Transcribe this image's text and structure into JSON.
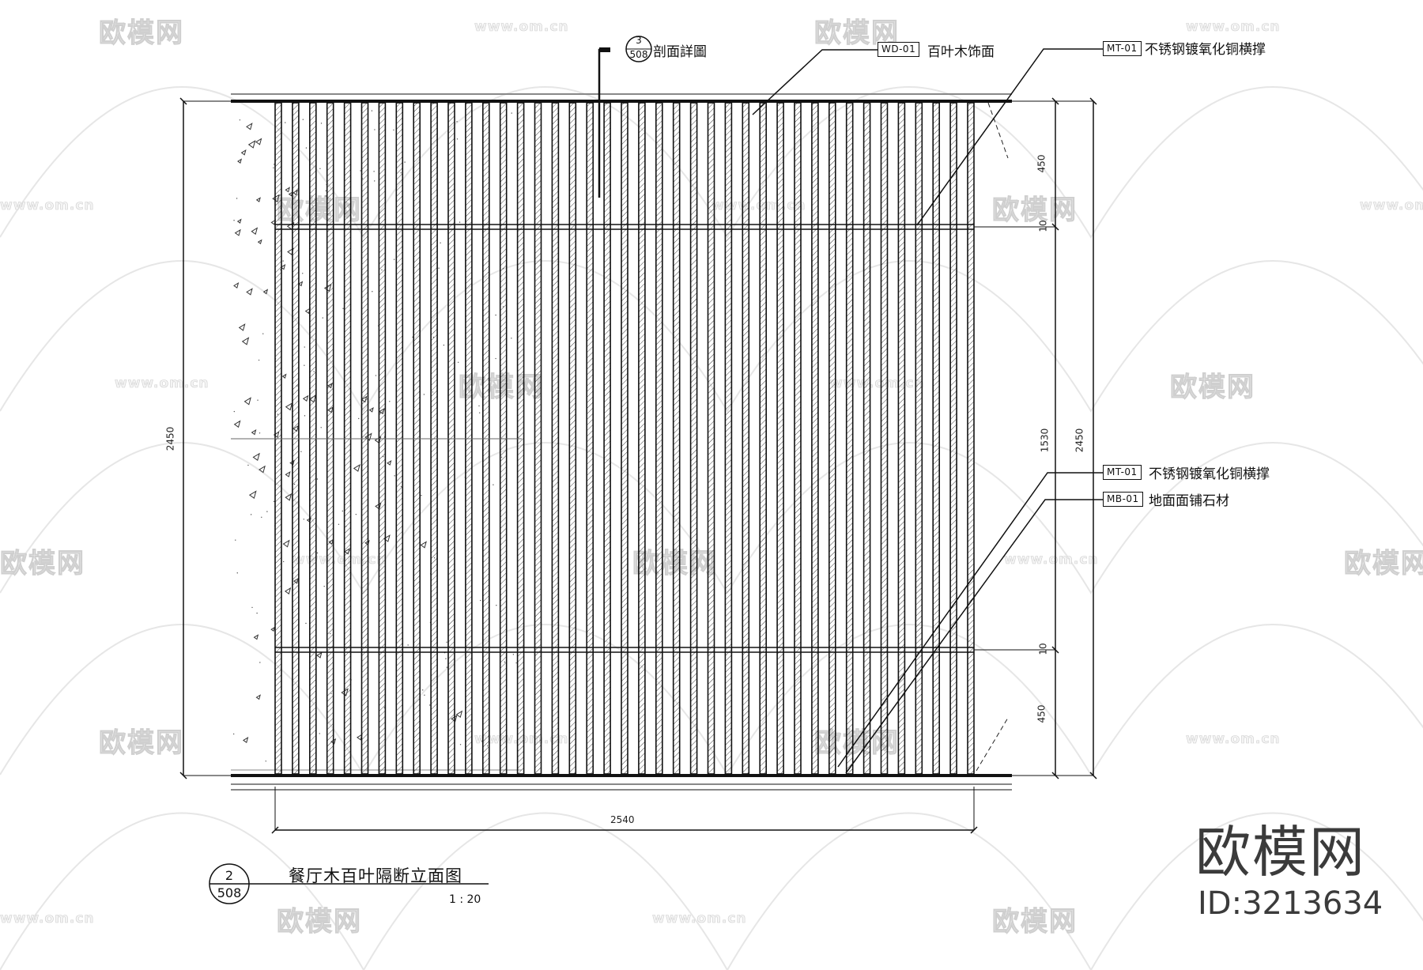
{
  "drawing": {
    "title": "餐厅木百叶隔断立面图",
    "scale": "1 : 20",
    "detail_number": "2",
    "sheet_number": "508",
    "section_callout": {
      "number": "3",
      "sheet": "508",
      "label": "剖面詳圖"
    }
  },
  "annotations": [
    {
      "code": "WD-01",
      "text": "百叶木饰面"
    },
    {
      "code": "MT-01",
      "text": "不锈钢镀氧化铜横撑"
    },
    {
      "code": "MT-01",
      "text": "不锈钢镀氧化铜横撑"
    },
    {
      "code": "MB-01",
      "text": "地面面铺石材"
    }
  ],
  "dimensions": {
    "overall_width": "2540",
    "overall_height_left": "2450",
    "overall_height_right": "2450",
    "segments_right": [
      "450",
      "10",
      "1530",
      "10",
      "450"
    ]
  },
  "louvers": {
    "count": 41,
    "rails": 2
  },
  "watermark": {
    "brand": "欧模网",
    "url": "www.om.cn",
    "id_label": "ID:3213634"
  },
  "colors": {
    "line": "#111111",
    "ceiling_line": "#888888",
    "watermark": "#d8d8d8",
    "logo": "#3b3b3b"
  }
}
